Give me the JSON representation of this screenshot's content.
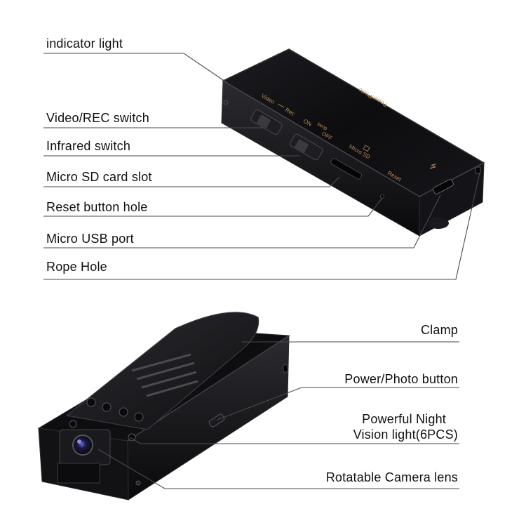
{
  "top_labels": {
    "indicator_light": "indicator light",
    "video_rec_switch": "Video/REC switch",
    "infrared_switch": "Infrared switch",
    "micro_sd_slot": "Micro SD card slot",
    "reset_hole": "Reset button hole",
    "micro_usb_port": "Micro USB port",
    "rope_hole": "Rope Hole"
  },
  "bottom_labels": {
    "clamp": "Clamp",
    "power_photo_button": "Power/Photo button",
    "night_vision_line1": "Powerful Night",
    "night_vision_line2": "Vision light(6PCS)",
    "rotatable_lens": "Rotatable Camera lens"
  },
  "device_printing": {
    "power_photo": "Power/Photo",
    "video": "Video",
    "rec": "Rec",
    "on": "ON",
    "lamp": "lamp",
    "off": "OFF",
    "micro_sd": "MIcro SD",
    "reset": "Reset",
    "usb_symbol": "⭍"
  },
  "colors": {
    "body_dark": "#0c0c0e",
    "body_edge": "#2a2a2e",
    "text_gold": "#b58a54",
    "leader_line": "#444444"
  }
}
